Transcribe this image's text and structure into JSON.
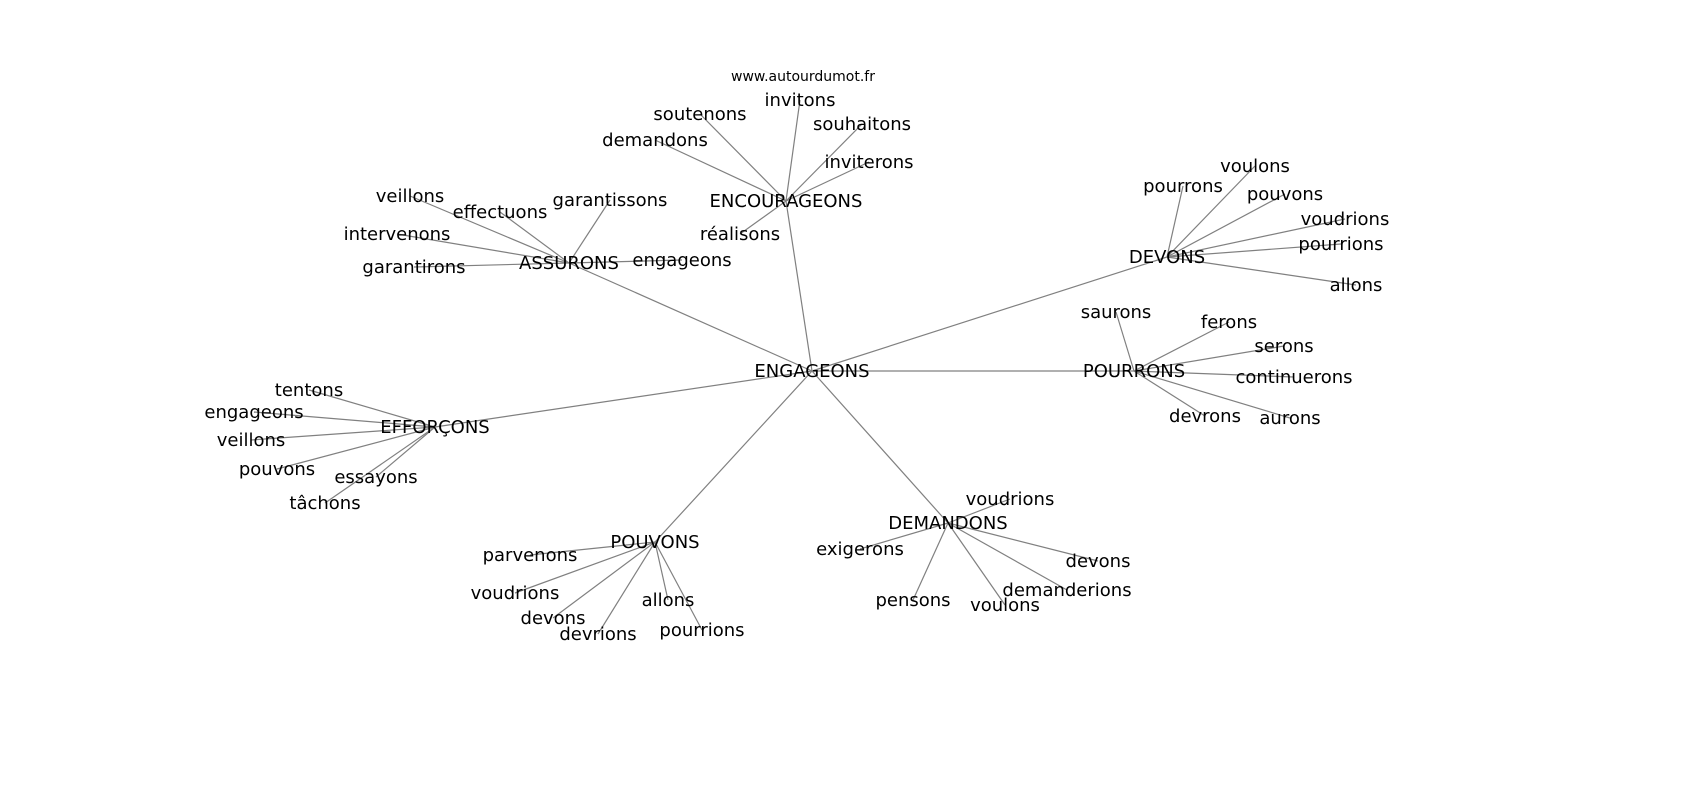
{
  "watermark": "www.autourdumot.fr",
  "graph": {
    "center": "ENGAGEONS",
    "clusters": [
      {
        "hub": "ENCOURAGEONS",
        "leaves": [
          "soutenons",
          "invitons",
          "souhaitons",
          "inviterons",
          "demandons",
          "réalisons"
        ]
      },
      {
        "hub": "ASSURONS",
        "leaves": [
          "veillons",
          "effectuons",
          "garantissons",
          "intervenons",
          "garantirons",
          "engageons"
        ]
      },
      {
        "hub": "DEVONS",
        "leaves": [
          "pourrons",
          "voulons",
          "pouvons",
          "voudrions",
          "pourrions",
          "allons"
        ]
      },
      {
        "hub": "POURRONS",
        "leaves": [
          "saurons",
          "ferons",
          "serons",
          "continuerons",
          "devrons",
          "aurons"
        ]
      },
      {
        "hub": "DEMANDONS",
        "leaves": [
          "voudrions",
          "exigerons",
          "devons",
          "demanderions",
          "pensons",
          "voulons"
        ]
      },
      {
        "hub": "POUVONS",
        "leaves": [
          "parvenons",
          "voudrions",
          "devons",
          "devrions",
          "allons",
          "pourrions"
        ]
      },
      {
        "hub": "EFFORÇONS",
        "leaves": [
          "tentons",
          "engageons",
          "veillons",
          "pouvons",
          "essayons",
          "tâchons"
        ]
      }
    ]
  }
}
